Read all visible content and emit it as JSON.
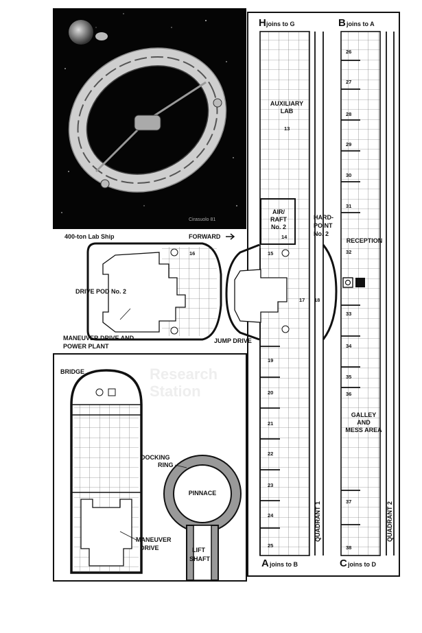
{
  "ship": {
    "caption": "400-ton Lab Ship",
    "forward": "FORWARD",
    "artist_signature": "Cirasuolo 81"
  },
  "drive_pod": {
    "title": "DRIVE POD No. 2",
    "room_16": "16",
    "maneuver_line1": "MANEUVER DRIVE AND",
    "maneuver_line2": "POWER PLANT"
  },
  "jump_drive": {
    "label": "JUMP DRIVE"
  },
  "quadrant1": {
    "top_letter": "H",
    "top_text": "joins to G",
    "bottom_letter": "A",
    "bottom_text": "joins to B",
    "side_label": "QUADRANT 1",
    "lab_line1": "AUXILIARY",
    "lab_line2": "LAB",
    "air_raft_1": "AIR/",
    "air_raft_2": "RAFT",
    "air_raft_3": "No. 2",
    "hardpoint_1": "HARD-",
    "hardpoint_2": "POINT",
    "hardpoint_3": "No. 2",
    "rooms": {
      "r13": "13",
      "r14": "14",
      "r15": "15",
      "r17": "17",
      "r18": "18",
      "r19": "19",
      "r20": "20",
      "r21": "21",
      "r22": "22",
      "r23": "23",
      "r24": "24",
      "r25": "25"
    }
  },
  "quadrant2": {
    "top_letter": "B",
    "top_text": "joins to A",
    "bottom_letter": "C",
    "bottom_text": "joins to D",
    "side_label": "QUADRANT 2",
    "reception": "RECEPTION",
    "galley_1": "GALLEY",
    "galley_2": "AND",
    "galley_3": "MESS AREA",
    "rooms": {
      "r26": "26",
      "r27": "27",
      "r28": "28",
      "r29": "29",
      "r30": "30",
      "r31": "31",
      "r32": "32",
      "r33": "33",
      "r34": "34",
      "r35": "35",
      "r36": "36",
      "r37": "37",
      "r38": "38"
    }
  },
  "command_pod": {
    "bridge": "BRIDGE",
    "maneuver_1": "MANEUVER",
    "maneuver_2": "DRIVE",
    "docking_1": "DOCKING",
    "docking_2": "RING",
    "pinnace": "PINNACE",
    "lift_1": "LIFT",
    "lift_2": "SHAFT",
    "faded_title_1": "Research",
    "faded_title_2": "Station"
  }
}
